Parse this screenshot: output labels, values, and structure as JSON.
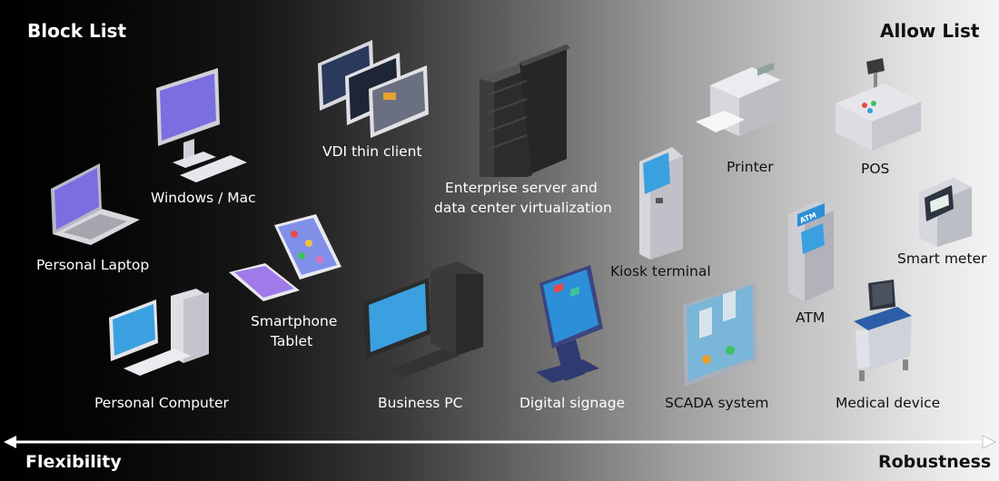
{
  "headings": {
    "block_list": "Block List",
    "allow_list": "Allow List"
  },
  "axis": {
    "left_label": "Flexibility",
    "right_label": "Robustness"
  },
  "devices": {
    "personal_laptop": "Personal Laptop",
    "windows_mac": "Windows / Mac",
    "personal_computer": "Personal Computer",
    "vdi": "VDI thin client",
    "smartphone_line1": "Smartphone",
    "smartphone_line2": "Tablet",
    "server_line1": "Enterprise server and",
    "server_line2": "data center virtualization",
    "business_pc": "Business PC",
    "digital_signage": "Digital signage",
    "kiosk": "Kiosk terminal",
    "printer": "Printer",
    "pos": "POS",
    "atm": "ATM",
    "atm_screen_text": "ATM",
    "smart_meter": "Smart meter",
    "scada": "SCADA system",
    "medical": "Medical device"
  },
  "colors": {
    "arrow": "#ffffff",
    "screen_blue": "#3aa0e0",
    "screen_purple": "#7a6ee0"
  }
}
